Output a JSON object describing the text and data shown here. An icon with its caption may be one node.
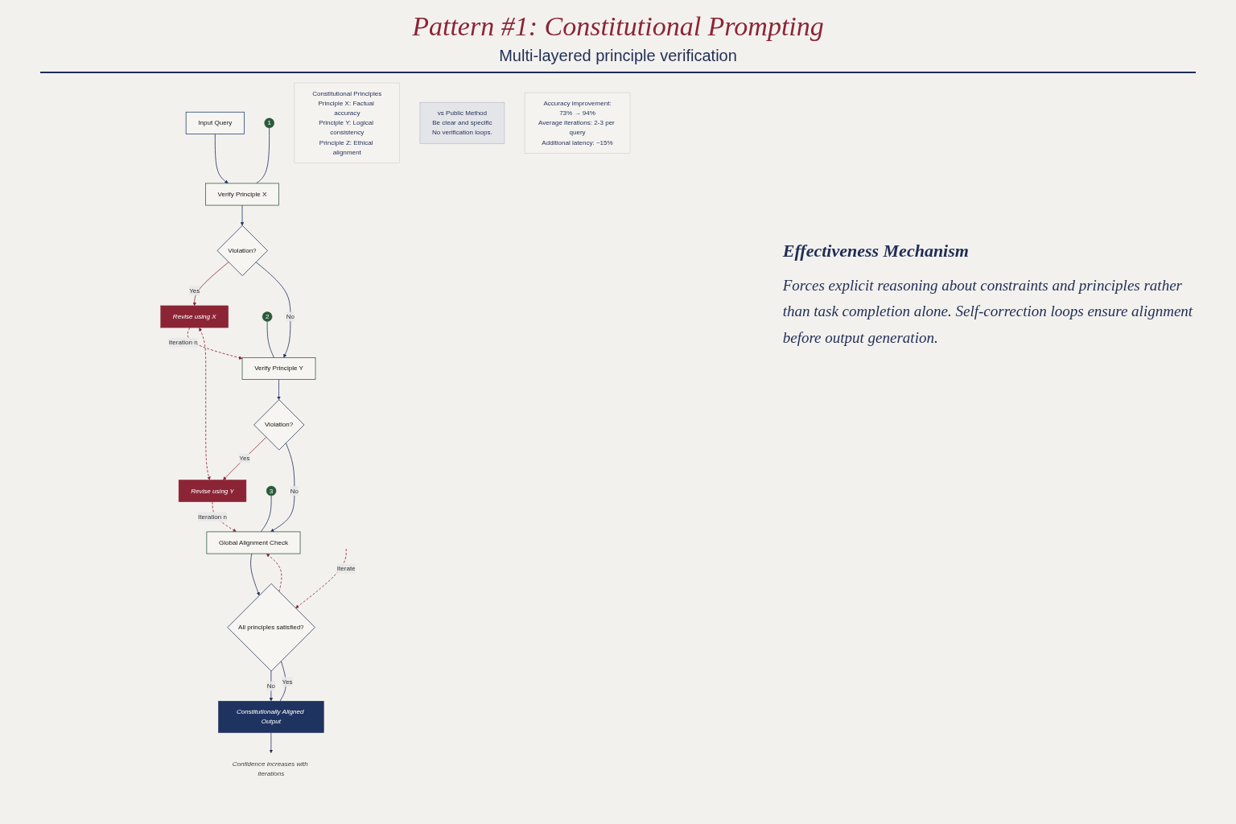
{
  "diagram": {
    "title": "Pattern #1: Constitutional Prompting",
    "nodes": [
      {
        "text": [
          "Input Query"
        ]
      },
      {
        "text": [
          "1"
        ]
      },
      {
        "text": [
          "Verify Principle X"
        ]
      },
      {
        "text": [
          "Violation?"
        ]
      },
      {
        "text": [
          "Revise using X"
        ]
      },
      {
        "text": [
          "2"
        ]
      },
      {
        "text": [
          "Verify Principle Y"
        ]
      },
      {
        "text": [
          "Violation?"
        ]
      },
      {
        "text": [
          "Revise using Y"
        ]
      },
      {
        "text": [
          "3"
        ]
      },
      {
        "text": [
          "Global Alignment Check"
        ]
      },
      {
        "text": [
          "All principles satisfied?"
        ]
      },
      {
        "text": [
          "Constitutionally Aligned Output"
        ]
      },
      {
        "text": [
          "Confidence increases with iterations"
        ]
      },
      {
        "text": [
          "Constitutional Principles",
          "Principle X: Factual accuracy",
          "Principle Y: Logical consistency",
          "Principle Z: Ethical alignment"
        ]
      },
      {
        "text": [
          "vs Public Method",
          "Be clear and specific",
          "No verification loops."
        ]
      },
      {
        "text": [
          "Accuracy improvement:",
          "73% → 94%",
          "Average iterations: 2-3 per query",
          "Additional latency: ~15%"
        ]
      }
    ],
    "edges": [
      {
        "from": 0,
        "to": 2,
        "arrow": "to"
      },
      {
        "from": 1,
        "to": 2,
        "arrow": "none"
      },
      {
        "from": 2,
        "to": 3,
        "arrow": "to"
      },
      {
        "from": 3,
        "to": 4,
        "arrow": "to",
        "label": "Yes",
        "color": "#8b2535"
      },
      {
        "from": 3,
        "to": 6,
        "arrow": "to",
        "label": "No"
      },
      {
        "from": 4,
        "to": 6,
        "arrow": "to",
        "label": "Iteration n",
        "style": "dashed",
        "color": "#8b2535"
      },
      {
        "from": 4,
        "to": 8,
        "arrow": "both",
        "style": "dashed",
        "color": "#8b2535"
      },
      {
        "from": 5,
        "to": 6,
        "arrow": "none"
      },
      {
        "from": 6,
        "to": 7,
        "arrow": "to"
      },
      {
        "from": 7,
        "to": 8,
        "arrow": "to",
        "label": "Yes",
        "color": "#8b2535"
      },
      {
        "from": 7,
        "to": 10,
        "arrow": "to",
        "label": "No"
      },
      {
        "from": 8,
        "to": 10,
        "arrow": "to",
        "label": "Iteration n",
        "style": "dashed",
        "color": "#8b2535"
      },
      {
        "from": 9,
        "to": 10,
        "arrow": "none"
      },
      {
        "from": 10,
        "to": 11,
        "arrow": "to"
      },
      {
        "from": 11,
        "to": 10,
        "arrow": "to",
        "style": "dashed",
        "color": "#8b2535"
      },
      {
        "from": null,
        "to": 11,
        "arrow": "to",
        "label": "Iterate",
        "style": "dashed",
        "color": "#8b2535"
      },
      {
        "from": 11,
        "to": 12,
        "arrow": "to",
        "label": "No"
      },
      {
        "from": 11,
        "to": 12,
        "arrow": "none",
        "label": "Yes"
      },
      {
        "from": 12,
        "to": 13,
        "arrow": "to"
      }
    ],
    "labels": [
      "Multi-layered principle verification",
      "Effectiveness Mechanism",
      "Forces explicit reasoning about constraints and principles rather than task completion alone. Self-correction loops ensure alignment before output generation."
    ]
  }
}
